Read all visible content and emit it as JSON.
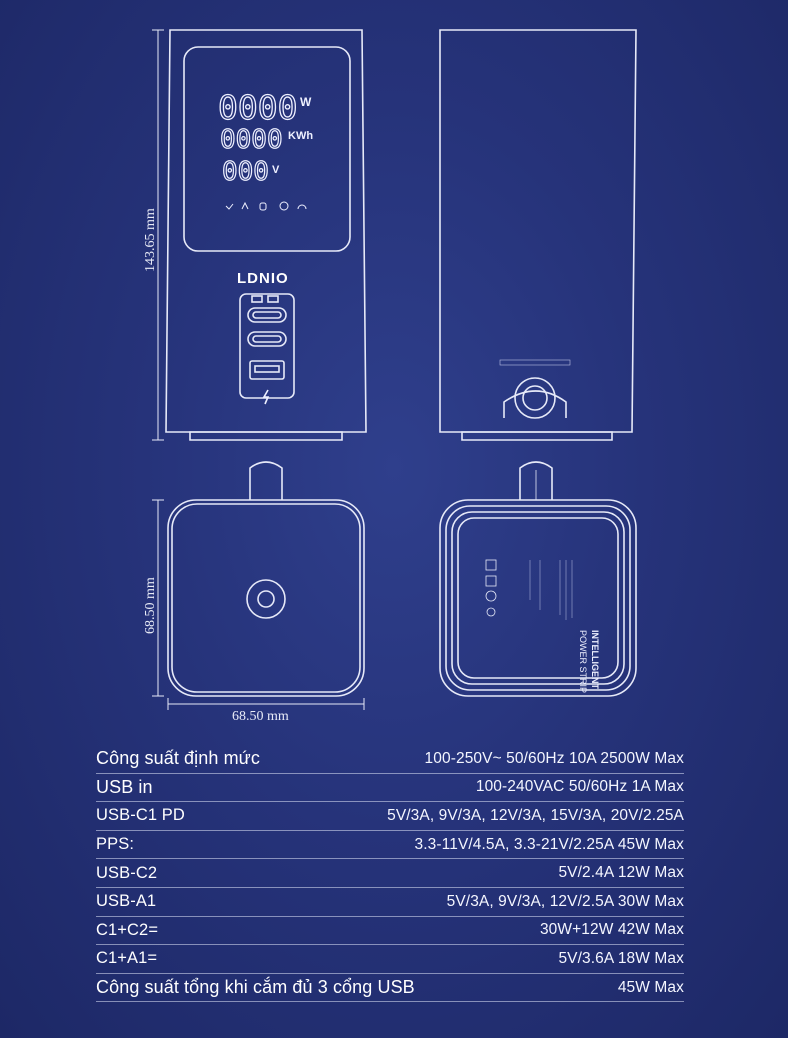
{
  "dimensions": {
    "height_label": "143.65 mm",
    "depth_label": "68.50 mm",
    "width_label": "68.50 mm"
  },
  "device": {
    "brand": "LDNIO",
    "display_watts": "0000",
    "display_watts_unit": "W",
    "display_energy": "0000",
    "display_energy_unit": "KWh",
    "display_volts": "000",
    "display_volts_unit": "V",
    "bottom_label_1": "INTELLIGENT",
    "bottom_label_2": "POWER STRIP"
  },
  "specs": [
    {
      "label": "Công suất định mức",
      "value": "100-250V~ 50/60Hz 10A 2500W Max",
      "emphasis": true
    },
    {
      "label": "USB in",
      "value": "100-240VAC 50/60Hz 1A Max",
      "emphasis": true
    },
    {
      "label": "USB-C1 PD",
      "value": "5V/3A, 9V/3A, 12V/3A, 15V/3A, 20V/2.25A",
      "emphasis": false
    },
    {
      "label": "PPS:",
      "value": "3.3-11V/4.5A, 3.3-21V/2.25A 45W Max",
      "emphasis": false
    },
    {
      "label": "USB-C2",
      "value": "5V/2.4A 12W Max",
      "emphasis": false
    },
    {
      "label": "USB-A1",
      "value": "5V/3A, 9V/3A, 12V/2.5A 30W Max",
      "emphasis": false
    },
    {
      "label": "C1+C2=",
      "value": "30W+12W 42W Max",
      "emphasis": false
    },
    {
      "label": "C1+A1=",
      "value": "5V/3.6A 18W Max",
      "emphasis": false
    },
    {
      "label": "Công suất tổng khi cắm đủ 3 cổng USB",
      "value": "45W Max",
      "emphasis": true
    }
  ]
}
